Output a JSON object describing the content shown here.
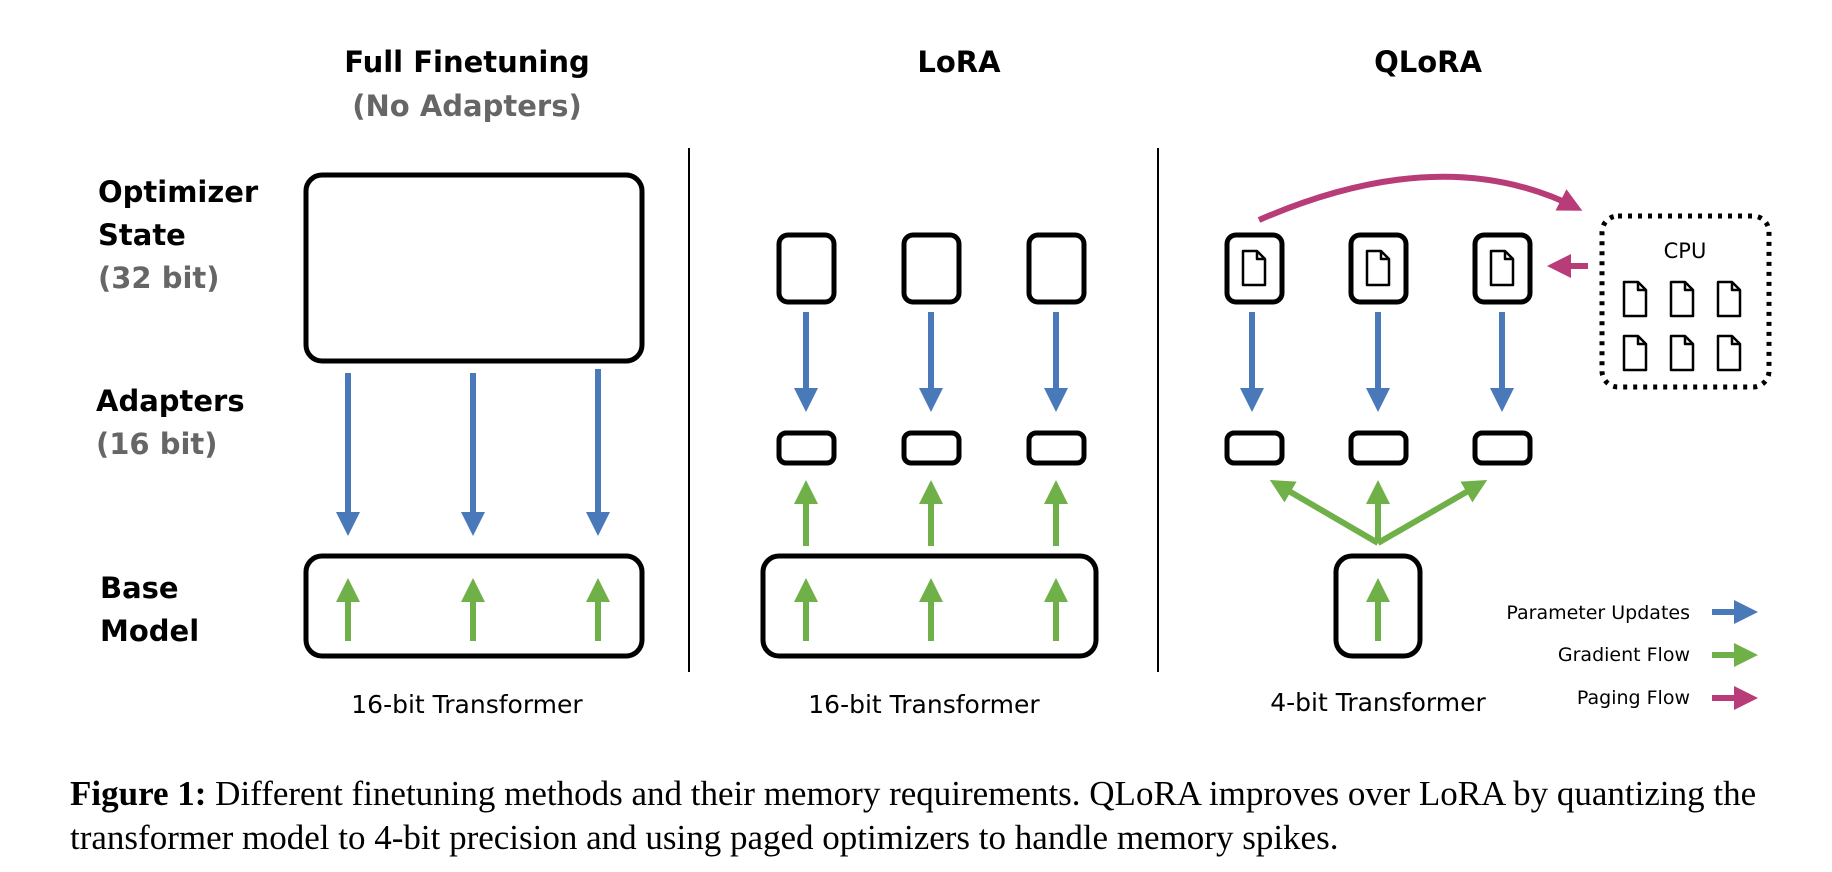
{
  "columns": {
    "full": {
      "title": "Full Finetuning",
      "subtitle": "(No Adapters)",
      "footer": "16-bit Transformer"
    },
    "lora": {
      "title": "LoRA",
      "footer": "16-bit Transformer"
    },
    "qlora": {
      "title": "QLoRA",
      "footer": "4-bit Transformer"
    }
  },
  "rows": {
    "optimizer": {
      "line1": "Optimizer",
      "line2": "State",
      "bits": "(32 bit)"
    },
    "adapters": {
      "line1": "Adapters",
      "bits": "(16 bit)"
    },
    "base": {
      "line1": "Base",
      "line2": "Model"
    }
  },
  "cpu_label": "CPU",
  "legend": [
    {
      "label": "Parameter Updates",
      "color": "#4A79BA"
    },
    {
      "label": "Gradient Flow",
      "color": "#6FB048"
    },
    {
      "label": "Paging Flow",
      "color": "#B83C78"
    }
  ],
  "caption": {
    "label": "Figure 1:",
    "text": "Different finetuning methods and their memory requirements. QLoRA improves over LoRA by quantizing the transformer model to 4-bit precision and using paged optimizers to handle memory spikes."
  },
  "colors": {
    "blue": "#4A79BA",
    "green": "#6FB048",
    "magenta": "#B83C78",
    "gray": "#666666"
  }
}
